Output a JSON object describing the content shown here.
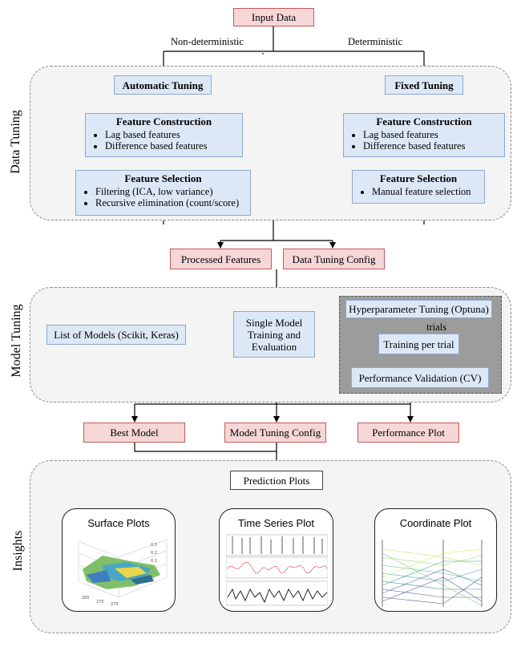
{
  "top": {
    "input": "Input Data",
    "branch_left": "Non-deterministic",
    "branch_right": "Deterministic",
    "stray_mark": "`"
  },
  "data_tuning": {
    "label": "Data Tuning",
    "auto": {
      "title": "Automatic Tuning",
      "construction_title": "Feature Construction",
      "construction_items": [
        "Lag based features",
        "Difference based features"
      ],
      "selection_title": "Feature Selection",
      "selection_items": [
        "Filtering (ICA, low variance)",
        "Recursive elimination (count/score)"
      ]
    },
    "fixed": {
      "title": "Fixed Tuning",
      "construction_title": "Feature Construction",
      "construction_items": [
        "Lag based features",
        "Difference based features"
      ],
      "selection_title": "Feature Selection",
      "selection_items": [
        "Manual feature selection"
      ]
    }
  },
  "outputs1": {
    "processed": "Processed Features",
    "config": "Data Tuning Config"
  },
  "model_tuning": {
    "label": "Model Tuning",
    "models": "List of Models (Scikit, Keras)",
    "single": "Single Model Training and Evaluation",
    "hyper": "Hyperparameter Tuning (Optuna)",
    "trials": "trials",
    "training": "Training per trial",
    "validation": "Performance Validation (CV)"
  },
  "outputs2": {
    "best": "Best Model",
    "config": "Model Tuning Config",
    "plot": "Performance Plot"
  },
  "insights": {
    "label": "Insights",
    "prediction": "Prediction Plots",
    "surface": "Surface Plots",
    "timeseries": "Time Series Plot",
    "coordinate": "Coordinate Plot"
  },
  "colors": {
    "red_fill": "#f6d6d6",
    "red_border": "#c25b5b",
    "blue_fill": "#dde8f7",
    "blue_border": "#8fa8cc",
    "group_fill": "#f4f4f4",
    "grey_panel": "#9c9c9c"
  }
}
